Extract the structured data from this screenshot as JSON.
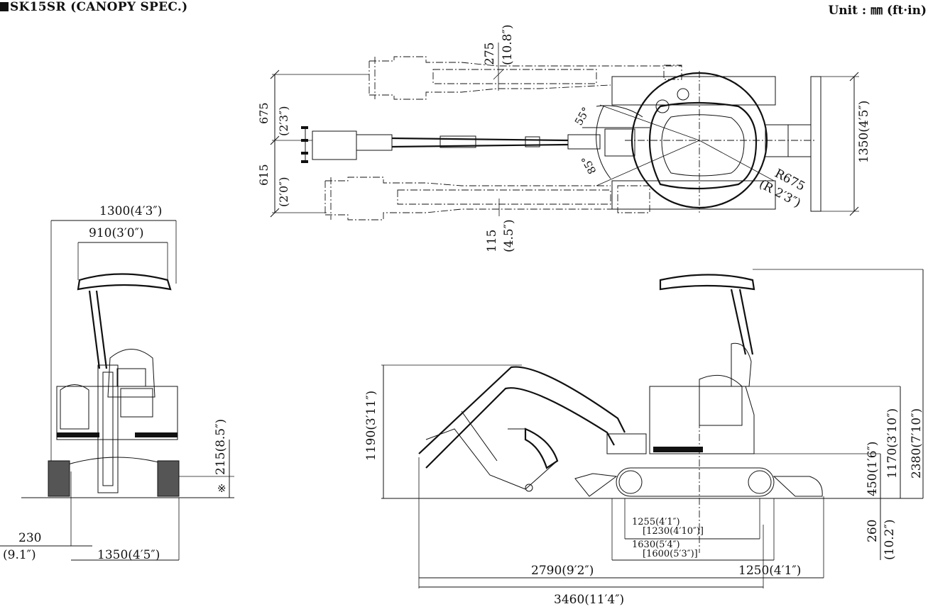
{
  "header": {
    "title": "SK15SR (CANOPY SPEC.)",
    "unit": "Unit : ㎜ (ft·in)"
  },
  "top_view": {
    "dim_275": "275",
    "dim_275_in": "(10.8″)",
    "dim_675": "675",
    "dim_675_in": "(2′3″)",
    "dim_615": "615",
    "dim_615_in": "(2′0″)",
    "dim_115": "115",
    "dim_115_in": "(4.5″)",
    "angle_55": "55°",
    "angle_85": "85°",
    "radius": "R675",
    "radius_in": "(R 2′3″)",
    "dim_1350": "1350(4′5″)"
  },
  "front_view": {
    "dim_1300": "1300(4′3″)",
    "dim_910": "910(3′0″)",
    "dim_215": "215(8.5″)",
    "mark": "※",
    "dim_230": "230",
    "dim_230_in": "(9.1″)",
    "dim_1350": "1350(4′5″)"
  },
  "side_view": {
    "dim_1190": "1190(3′11″)",
    "dim_2380": "2380(7′10″)",
    "dim_1170": "1170(3′10″)",
    "dim_450": "450(1′6″)",
    "dim_260": "260",
    "dim_260_in": "(10.2″)",
    "dim_1255": "1255(4′1″)",
    "dim_1230": "[1230(4′10″)]",
    "dim_1630": "1630(5′4″)",
    "dim_1600": "[1600(5′3″)]",
    "dim_2790": "2790(9′2″)",
    "dim_1250": "1250(4′1″)",
    "dim_3460": "3460(11′4″)"
  }
}
